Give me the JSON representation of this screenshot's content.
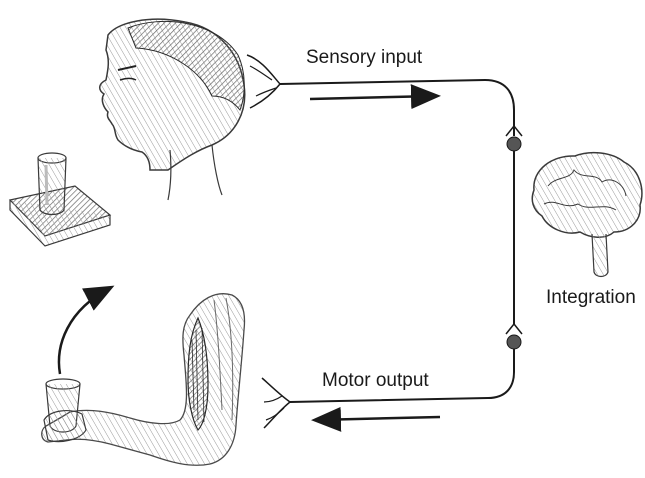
{
  "labels": {
    "sensory_input": "Sensory input",
    "motor_output": "Motor output",
    "integration": "Integration"
  },
  "colors": {
    "line": "#1a1a1a",
    "neuron_body": "#555555",
    "illustration": "#3a3a3a"
  },
  "icons": {
    "head": "human-head-icon",
    "glass": "glass-on-table-icon",
    "brain": "brain-icon",
    "arm": "arm-muscle-icon"
  }
}
